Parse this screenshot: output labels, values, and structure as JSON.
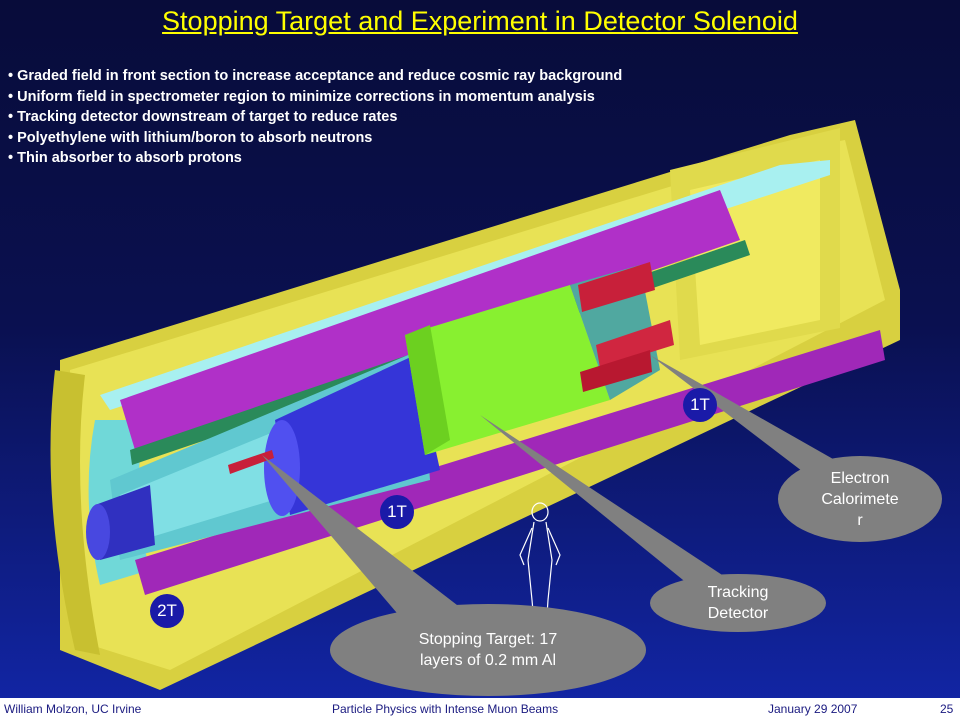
{
  "slide": {
    "title": "Stopping Target and Experiment in Detector Solenoid",
    "bullets": [
      "Graded field in front section to increase acceptance and reduce cosmic ray background",
      "Uniform field in spectrometer region to minimize corrections in momentum analysis",
      "Tracking detector downstream of target to reduce rates",
      "Polyethylene with lithium/boron to absorb neutrons",
      "Thin absorber to absorb protons"
    ]
  },
  "field_labels": {
    "front": "2T",
    "target_region": "1T",
    "downstream": "1T"
  },
  "callouts": {
    "calorimeter": [
      "Electron",
      "Calorimete",
      "r"
    ],
    "tracking": [
      "Tracking",
      "Detector"
    ],
    "target": [
      "Stopping Target: 17",
      "layers of 0.2 mm Al"
    ]
  },
  "footer": {
    "author": "William Molzon, UC Irvine",
    "talk": "Particle Physics with Intense Muon Beams",
    "date": "January 29 2007",
    "page": "25"
  },
  "colors": {
    "title": "#ffff00",
    "background": "#0a1050",
    "outer_shell": "#e6e04a",
    "absorber": "#b030c8",
    "inner_bore": "#7fe0e0",
    "tracker": "#88f030",
    "target_cylinder": "#3838e0",
    "calorimeter": "#c8203a",
    "callout": "#808080",
    "field_badge": "#1a1aa8"
  }
}
